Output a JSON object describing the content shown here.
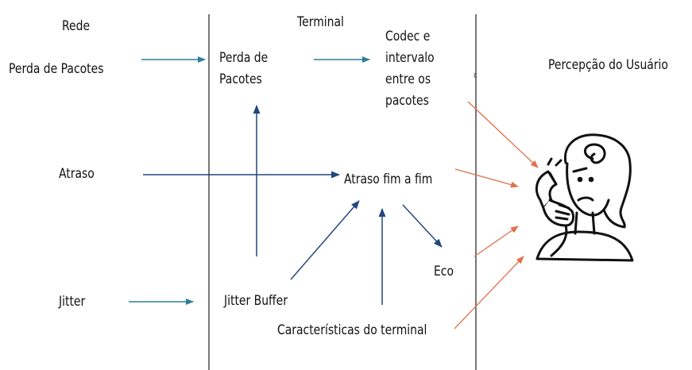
{
  "columns": {
    "rede": "Rede",
    "terminal": "Terminal",
    "usuario": "Percepção do Usuário"
  },
  "network": {
    "perda": "Perda de Pacotes",
    "atraso": "Atraso",
    "jitter": "Jitter"
  },
  "terminal_nodes": {
    "perda": "Perda de\nPacotes",
    "codec": "Codec e\nintervalo\nentre os\npacotes",
    "atraso_fim": "Atraso fim a fim",
    "jitter_buffer": "Jitter Buffer",
    "eco": "Eco",
    "caracteristicas": "Características do terminal"
  },
  "stray_mark": "ε",
  "colors": {
    "teal_arrow": "#2e7d9a",
    "navy_arrow": "#22467e",
    "orange_arrow": "#e0714a",
    "divider": "#555555"
  },
  "icons": {
    "user": "person-on-phone-icon"
  }
}
